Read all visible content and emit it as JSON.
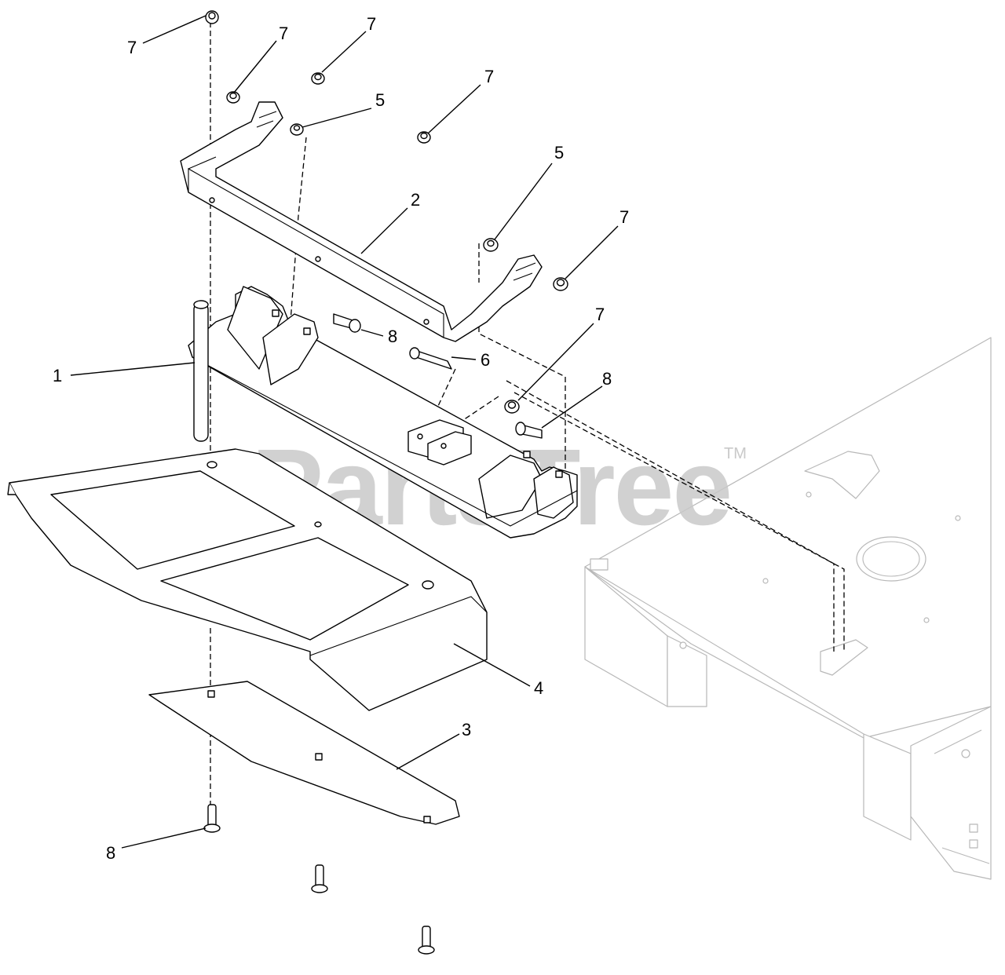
{
  "watermark": {
    "brand": "PartsTree",
    "trademark": "TM"
  },
  "callouts": [
    {
      "id": "c7a",
      "label": "7"
    },
    {
      "id": "c7b",
      "label": "7"
    },
    {
      "id": "c7c",
      "label": "7"
    },
    {
      "id": "c7d",
      "label": "7"
    },
    {
      "id": "c5a",
      "label": "5"
    },
    {
      "id": "c5b",
      "label": "5"
    },
    {
      "id": "c2",
      "label": "2"
    },
    {
      "id": "c7e",
      "label": "7"
    },
    {
      "id": "c8a",
      "label": "8"
    },
    {
      "id": "c6",
      "label": "6"
    },
    {
      "id": "c7f",
      "label": "7"
    },
    {
      "id": "c8b",
      "label": "8"
    },
    {
      "id": "c1",
      "label": "1"
    },
    {
      "id": "c4",
      "label": "4"
    },
    {
      "id": "c3",
      "label": "3"
    },
    {
      "id": "c8c",
      "label": "8"
    }
  ]
}
